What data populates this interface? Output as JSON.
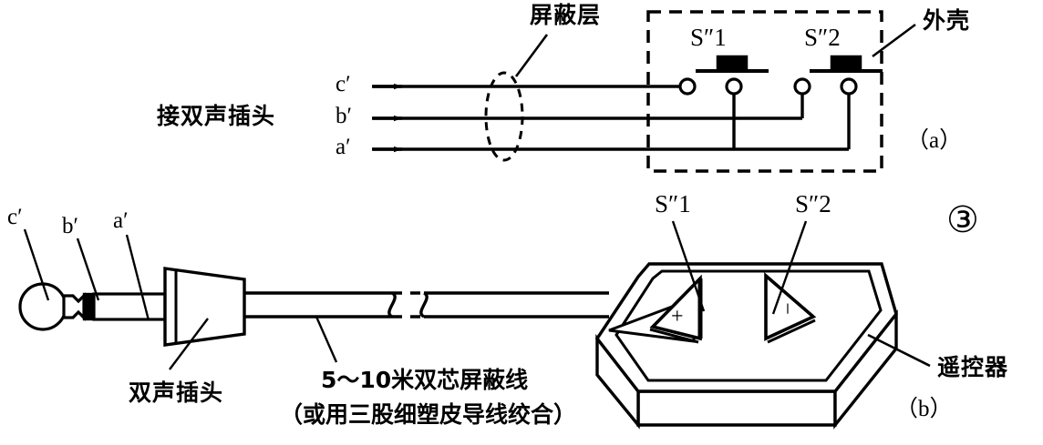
{
  "figure": {
    "number": "③",
    "panel_a": "（a）",
    "panel_b": "（b）"
  },
  "schematic": {
    "shield_label": "屏蔽层",
    "housing_label": "外壳",
    "source_label": "接双声插头",
    "wires": [
      {
        "name": "c-prime",
        "label": "c′"
      },
      {
        "name": "b-prime",
        "label": "b′"
      },
      {
        "name": "a-prime",
        "label": "a′"
      }
    ],
    "switches": [
      {
        "name": "switch-s1",
        "label": "S″1"
      },
      {
        "name": "switch-s2",
        "label": "S″2"
      }
    ]
  },
  "pictorial": {
    "plug_tip_label": "c′",
    "plug_ring_label": "b′",
    "plug_sleeve_label": "a′",
    "plug_caption": "双声插头",
    "cable_caption_line1": "5～10米双芯屏蔽线",
    "cable_caption_line2": "（或用三股细塑皮导线绞合）",
    "remote_caption": "遥控器",
    "buttons": [
      {
        "name": "remote-button-s1",
        "label": "S″1",
        "mark": "+"
      },
      {
        "name": "remote-button-s2",
        "label": "S″2",
        "mark": "−"
      }
    ]
  },
  "colors": {
    "ink": "#000000",
    "paper": "#ffffff"
  }
}
